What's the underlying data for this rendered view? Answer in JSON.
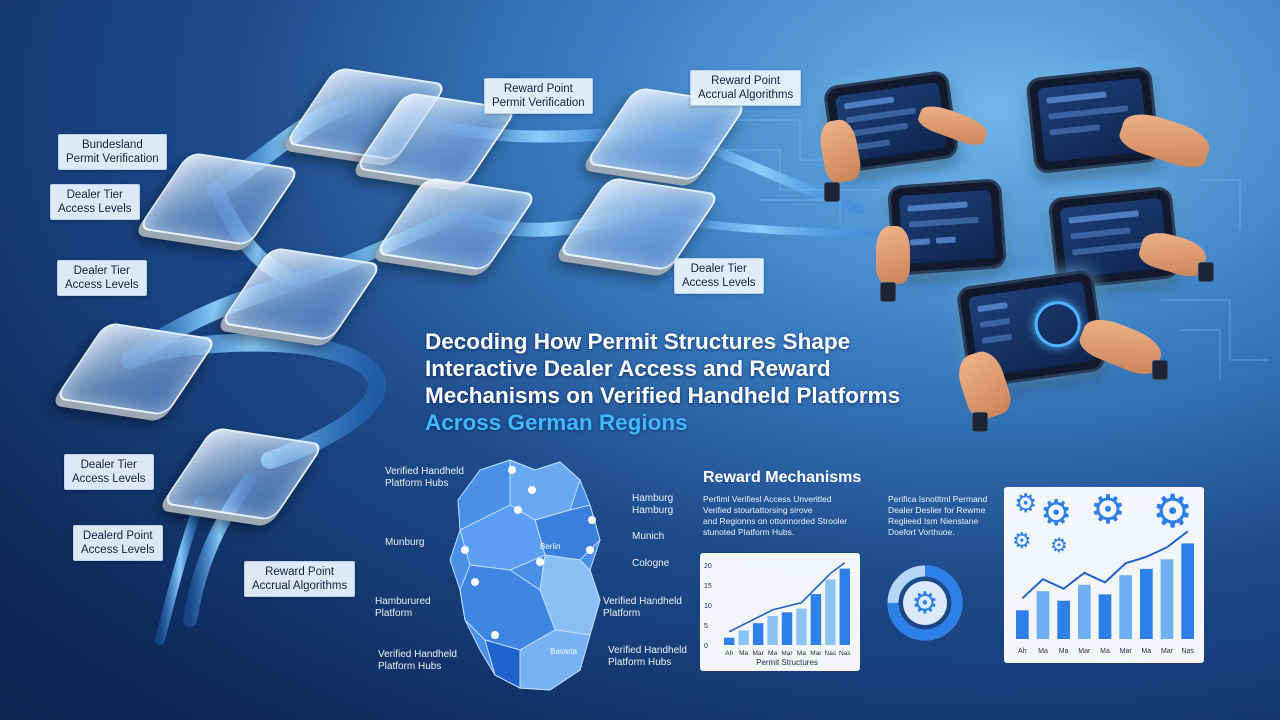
{
  "title": {
    "line1": "Decoding How Permit Structures Shape",
    "line2": "Interactive Dealer Access and Reward",
    "line3": "Mechanisms on Verified Handheld Platforms",
    "line4": "Across German Regions"
  },
  "flow_labels": {
    "bundesland": [
      "Bundesland",
      "Permit Verification"
    ],
    "reward_verif": [
      "Reward Point",
      "Permit Verification"
    ],
    "reward_accrual_top": [
      "Reward Point",
      "Accrual Algorithms"
    ],
    "dealer_tier_1": [
      "Dealer Tier",
      "Access Levels"
    ],
    "dealer_tier_2": [
      "Dealer Tier",
      "Access Levels"
    ],
    "dealer_tier_3": [
      "Dealer Tier",
      "Access Levels"
    ],
    "dealer_tier_4": [
      "Dealer Tier",
      "Access Levels"
    ],
    "dealerd_point": [
      "Dealerd Point",
      "Access Levels"
    ],
    "reward_accrual_bottom": [
      "Reward Point",
      "Accrual Algorithms"
    ]
  },
  "map": {
    "labels": {
      "hubs_top": [
        "Verified Handheld",
        "Platform Hubs"
      ],
      "munburg": "Munburg",
      "hamburg": [
        "Hamburg",
        "Hamburg"
      ],
      "munich": "Munich",
      "cologne": "Cologne",
      "hamburured": [
        "Hamburured",
        "Platform"
      ],
      "verified_platform": [
        "Verified Handheld",
        "Platform"
      ],
      "hubs_bottom_left": [
        "Verified Handheld",
        "Platform Hubs"
      ],
      "hubs_bottom_right": [
        "Verified Handheld",
        "Platform Hubs"
      ],
      "bavaria": "Bavaria",
      "berlin": "Berlin"
    }
  },
  "reward": {
    "heading": "Reward Mechanisms",
    "text_left": [
      "Perfiml Verifiesl Access Unveritled",
      "Verified stourtattorsing sirove",
      "and Regionns on ottonnorded Strooler",
      "stunoted Platform Hubs."
    ],
    "text_right": [
      "Perifica Isnotltml Permand",
      "Dealer Deslier for Rewme",
      "Reglieed Ism Nienstane",
      "Doefort Vorthuoe."
    ]
  },
  "chart_data": [
    {
      "type": "bar",
      "categories": [
        "Ah",
        "Ma",
        "Mar",
        "Ma",
        "Mar",
        "Ma",
        "Mar",
        "Nas",
        "Nas"
      ],
      "values": [
        2,
        4,
        6,
        8,
        9,
        10,
        14,
        18,
        21
      ],
      "ylim": [
        0,
        22
      ],
      "yticks": [
        "20",
        "15",
        "10",
        "5",
        "0"
      ],
      "xlabel": "Permit Structures",
      "colors": [
        "#2f7fe8",
        "#8cc3f5"
      ]
    },
    {
      "type": "bar",
      "categories": [
        "Ah",
        "Ma",
        "Ma",
        "Mar",
        "Ma",
        "Mar",
        "Ma",
        "Mar",
        "Nas"
      ],
      "values": [
        9,
        15,
        12,
        17,
        14,
        20,
        22,
        25,
        30
      ],
      "ylim": [
        0,
        32
      ],
      "colors": [
        "#2f7fe8",
        "#6fb0f2"
      ]
    }
  ],
  "donut": {
    "fraction": 0.75,
    "icon": "gear-icon"
  }
}
